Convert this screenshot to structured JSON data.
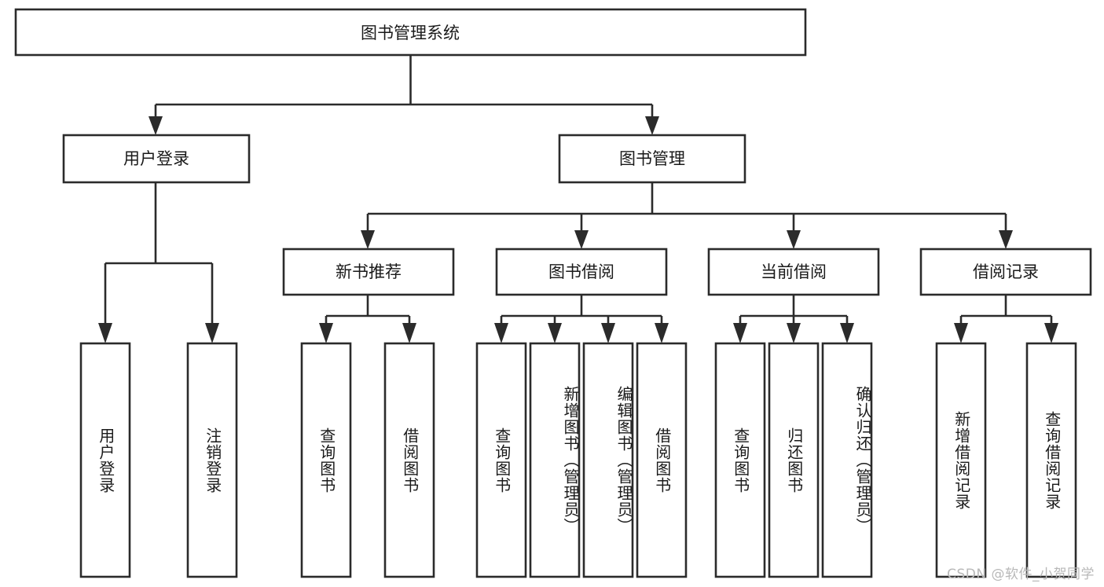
{
  "diagram": {
    "type": "tree-hierarchy-flowchart",
    "title": "图书管理系统",
    "root": {
      "label": "图书管理系统",
      "orientation": "horizontal"
    },
    "level2": [
      {
        "label": "用户登录",
        "orientation": "horizontal"
      },
      {
        "label": "图书管理",
        "orientation": "horizontal"
      }
    ],
    "level3": [
      {
        "label": "新书推荐",
        "orientation": "horizontal",
        "parent": "图书管理"
      },
      {
        "label": "图书借阅",
        "orientation": "horizontal",
        "parent": "图书管理"
      },
      {
        "label": "当前借阅",
        "orientation": "horizontal",
        "parent": "图书管理"
      },
      {
        "label": "借阅记录",
        "orientation": "horizontal",
        "parent": "图书管理"
      }
    ],
    "leaves": {
      "user_login": [
        {
          "label": "用户登录",
          "orientation": "vertical"
        },
        {
          "label": "注销登录",
          "orientation": "vertical"
        }
      ],
      "new_book_recommend": [
        {
          "label": "查询图书",
          "orientation": "vertical"
        },
        {
          "label": "借阅图书",
          "orientation": "vertical"
        }
      ],
      "book_borrow": [
        {
          "label": "查询图书",
          "orientation": "vertical"
        },
        {
          "label": "新增图书（管理员）",
          "orientation": "vertical"
        },
        {
          "label": "编辑图书（管理员）",
          "orientation": "vertical"
        },
        {
          "label": "借阅图书",
          "orientation": "vertical"
        }
      ],
      "current_borrow": [
        {
          "label": "查询图书",
          "orientation": "vertical"
        },
        {
          "label": "归还图书",
          "orientation": "vertical"
        },
        {
          "label": "确认归还（管理员）",
          "orientation": "vertical"
        }
      ],
      "borrow_record": [
        {
          "label": "新增借阅记录",
          "orientation": "vertical"
        },
        {
          "label": "查询借阅记录",
          "orientation": "vertical"
        }
      ]
    },
    "colors": {
      "background": "#ffffff",
      "box_fill": "#ffffff",
      "box_stroke": "#2b2b2b",
      "connector": "#2b2b2b",
      "text": "#1a1a1a",
      "watermark": "#b8b8b8"
    }
  },
  "watermark": {
    "text": "CSDN @软件_小贺同学"
  }
}
